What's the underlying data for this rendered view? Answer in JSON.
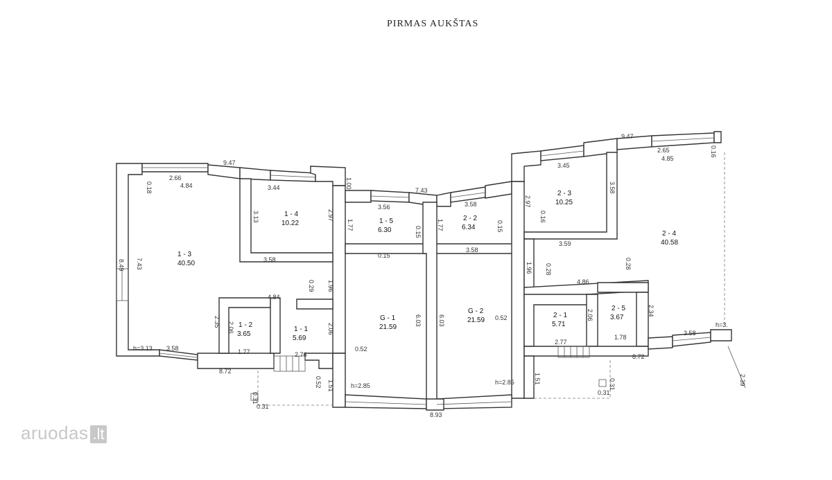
{
  "title": "PIRMAS AUKŠTAS",
  "rooms": [
    {
      "id": "1 - 3",
      "area": "40.50"
    },
    {
      "id": "1 - 4",
      "area": "10.22"
    },
    {
      "id": "1 - 5",
      "area": "6.30"
    },
    {
      "id": "2 - 2",
      "area": "6.34"
    },
    {
      "id": "2 - 3",
      "area": "10.25"
    },
    {
      "id": "2 - 4",
      "area": "40.58"
    },
    {
      "id": "1 - 2",
      "area": "3.65"
    },
    {
      "id": "1 - 1",
      "area": "5.69"
    },
    {
      "id": "G - 1",
      "area": "21.59"
    },
    {
      "id": "G - 2",
      "area": "21.59"
    },
    {
      "id": "2 - 1",
      "area": "5.71"
    },
    {
      "id": "2 - 5",
      "area": "3.67"
    }
  ],
  "dimensions": [
    "9.47",
    "2.66",
    "4.84",
    "0.18",
    "3.44",
    "1.00",
    "7.43",
    "3.56",
    "3.58",
    "3.13",
    "1.77",
    "0.15",
    "2.97",
    "3.58",
    "0.15",
    "1.77",
    "0.15",
    "3.58",
    "3.59",
    "8.49",
    "7.43",
    "0.29",
    "1.96",
    "4.84",
    "2.35",
    "2.06",
    "2.06",
    "0.52",
    "6.03",
    "6.03",
    "0.52",
    "1.96",
    "0.28",
    "4.86",
    "0.28",
    "2.06",
    "2.34",
    "3.58",
    "1.77",
    "2.76",
    "h=3.13",
    "8.72",
    "0.52",
    "1.51",
    "h=2.85",
    "h=2.85",
    "1.51",
    "2.77",
    "1.78",
    "3.58",
    "8.72",
    "0.31",
    "0.31",
    "8.93",
    "0.31",
    "0.31",
    "9.47",
    "2.65",
    "4.85",
    "0.16",
    "3.45",
    "2.97",
    "0.16",
    "3.58",
    "h=3.",
    "2.39"
  ],
  "logo": {
    "name": "aruodas",
    "tld": ".lt"
  }
}
